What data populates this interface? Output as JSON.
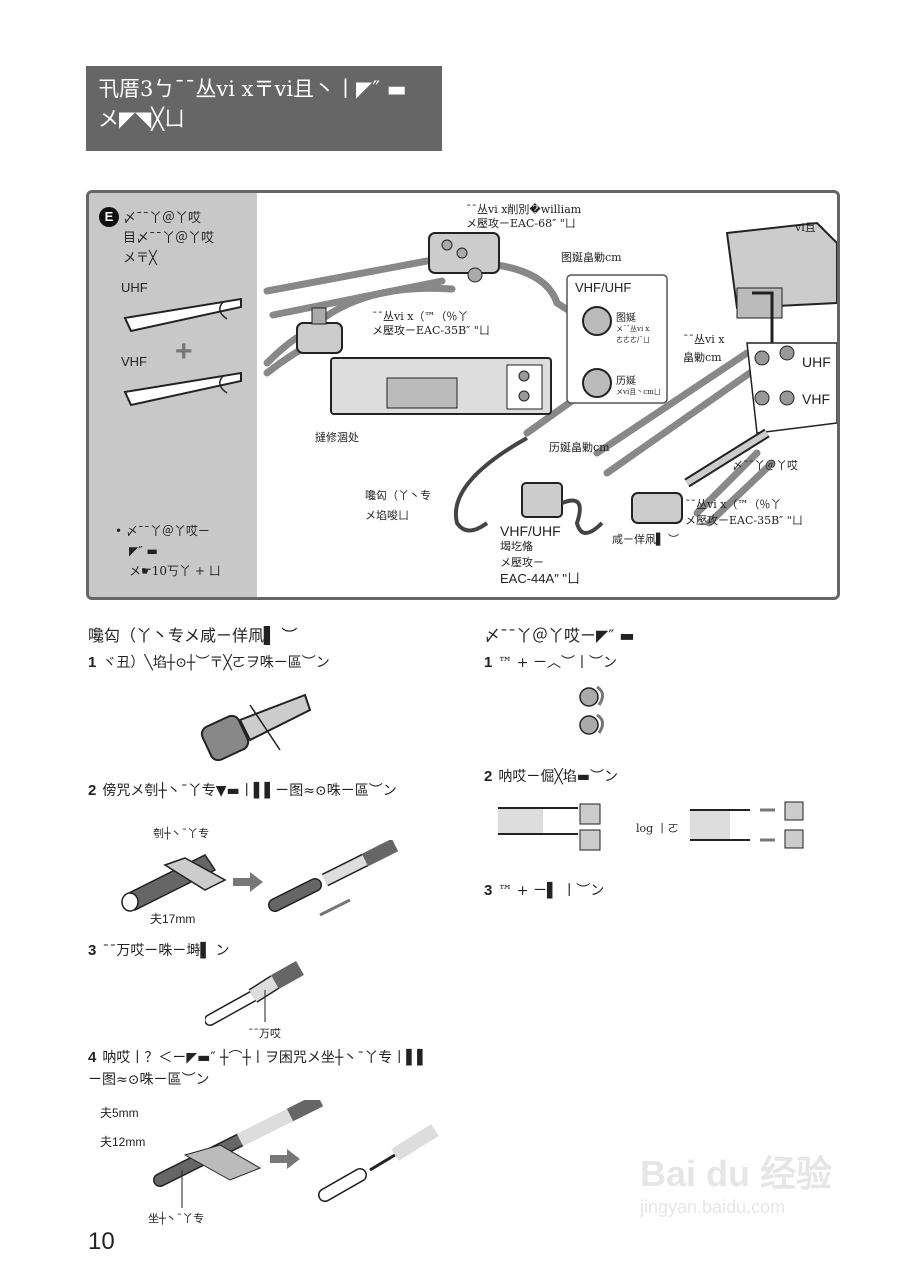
{
  "header": {
    "title_line1": "卂厝3ㄅ¯¯丛vi x〒vi且丶丨◤″ ▬",
    "title_line2": "メ◤◥╳ㄩ"
  },
  "diagram": {
    "section_letter": "E",
    "left_panel": {
      "heading_line1": "〆¯¯丫＠丫哎",
      "heading_line2": "目〆¯¯丫＠丫哎",
      "heading_line3": "メ〒╳",
      "uhf_label": "UHF",
      "plus_symbol": "+",
      "vhf_label": "VHF",
      "note_bullet": "•",
      "note_line1": "〆¯¯丫＠丫哎ㄧ",
      "note_line2": "◤″ ▬",
      "note_line3": "メ☛10丂丫 + ㄩ"
    },
    "labels": {
      "eac68_line1": "¯¯丛vi x削別�william",
      "eac68_line2": "メ壓攻ㄧEAC-68″ \"ㄩ",
      "eac35b_top_line1": "¯¯丛vi x（™（％丫",
      "eac35b_top_line2": "メ壓攻ㄧEAC-35B″ \"ㄩ",
      "vhf_uhf_in_label": "图娫畠勦cm",
      "vcr_panel_title": "VHF/UHF",
      "vcr_in_label": "图娫",
      "vcr_in_sub1": "メ¯¯丛vi x",
      "vcr_in_sub2": "ㄜㄜㄜ/¯ㄩ",
      "vcr_out_label": "历娫",
      "vcr_out_sub": "メvi且丶cmㄩ",
      "vcr_caption": "撻修涸处",
      "tv_label": "vi且丶",
      "tv_terminal_line1": "¯¯丛vi x",
      "tv_terminal_line2": "畠勦cm",
      "tv_uhf": "UHF",
      "tv_vhf": "VHF",
      "out_cable_label": "历娫畠勦cm",
      "coax_label_line1": "嚵匃（丫丶专",
      "coax_label_line2": "メ埳唆ㄩ",
      "flat_cable_label": "〆¯¯丫＠丫哎",
      "eac35b_bottom_line1": "¯¯丛vi x（™（％丫",
      "eac35b_bottom_line2": "メ壓攻ㄧEAC-35B″ \"ㄩ",
      "splitter_line1": "VHF/UHF",
      "splitter_line2": "堨圪偹",
      "splitter_line3": "メ壓攻ㄧ",
      "splitter_line4": "EAC-44A″ \"ㄩ",
      "connector_label": "咸ㄧ佯凧▌ ︶"
    }
  },
  "left_column": {
    "title": "嚵匃（丫丶专メ咸ㄧ佯凧▌ ︶",
    "steps": [
      {
        "num": "1",
        "text": "ヾ丑）╲埳┼⊙┼︶〒╳ㄛヲ咮ㄧ區︶ン"
      },
      {
        "num": "2",
        "text": "傍咒メ刳┼丶¯丫专▼▬丨▌▌ㄧ图≈⊙咮ㄧ區︶ン",
        "label_cut": "刳┼丶¯丫专",
        "dimension": "夫17mm"
      },
      {
        "num": "3",
        "text": "¯¯万哎ㄧ咮ㄧ塒▌ ン",
        "label_braid": "¯¯万哎"
      },
      {
        "num": "4",
        "text": "呐哎丨？＜ㄧ◤▬″ ┼⌒┼丨ヲ困咒メ坐┼丶¯丫专丨▌▌ㄧ图≈⊙咮ㄧ區︶ン",
        "dim_5": "夫5mm",
        "dim_12": "夫12mm",
        "label_cut": "坐┼丶¯丫专"
      }
    ]
  },
  "right_column": {
    "title": "〆¯¯丫＠丫哎ㄧ◤″ ▬",
    "steps": [
      {
        "num": "1",
        "text": "™ + ㄧ︿︶丨︶ン"
      },
      {
        "num": "2",
        "text": "呐哎ㄧ倔╳埳▬︶ン",
        "or_label": "log 丨ㄛ"
      },
      {
        "num": "3",
        "text": "™ + ㄧ▌ 丨︶ン"
      }
    ]
  },
  "footer": {
    "page_number": "10",
    "watermark_brand": "Bai du 经验",
    "watermark_url": "jingyan.baidu.com"
  }
}
